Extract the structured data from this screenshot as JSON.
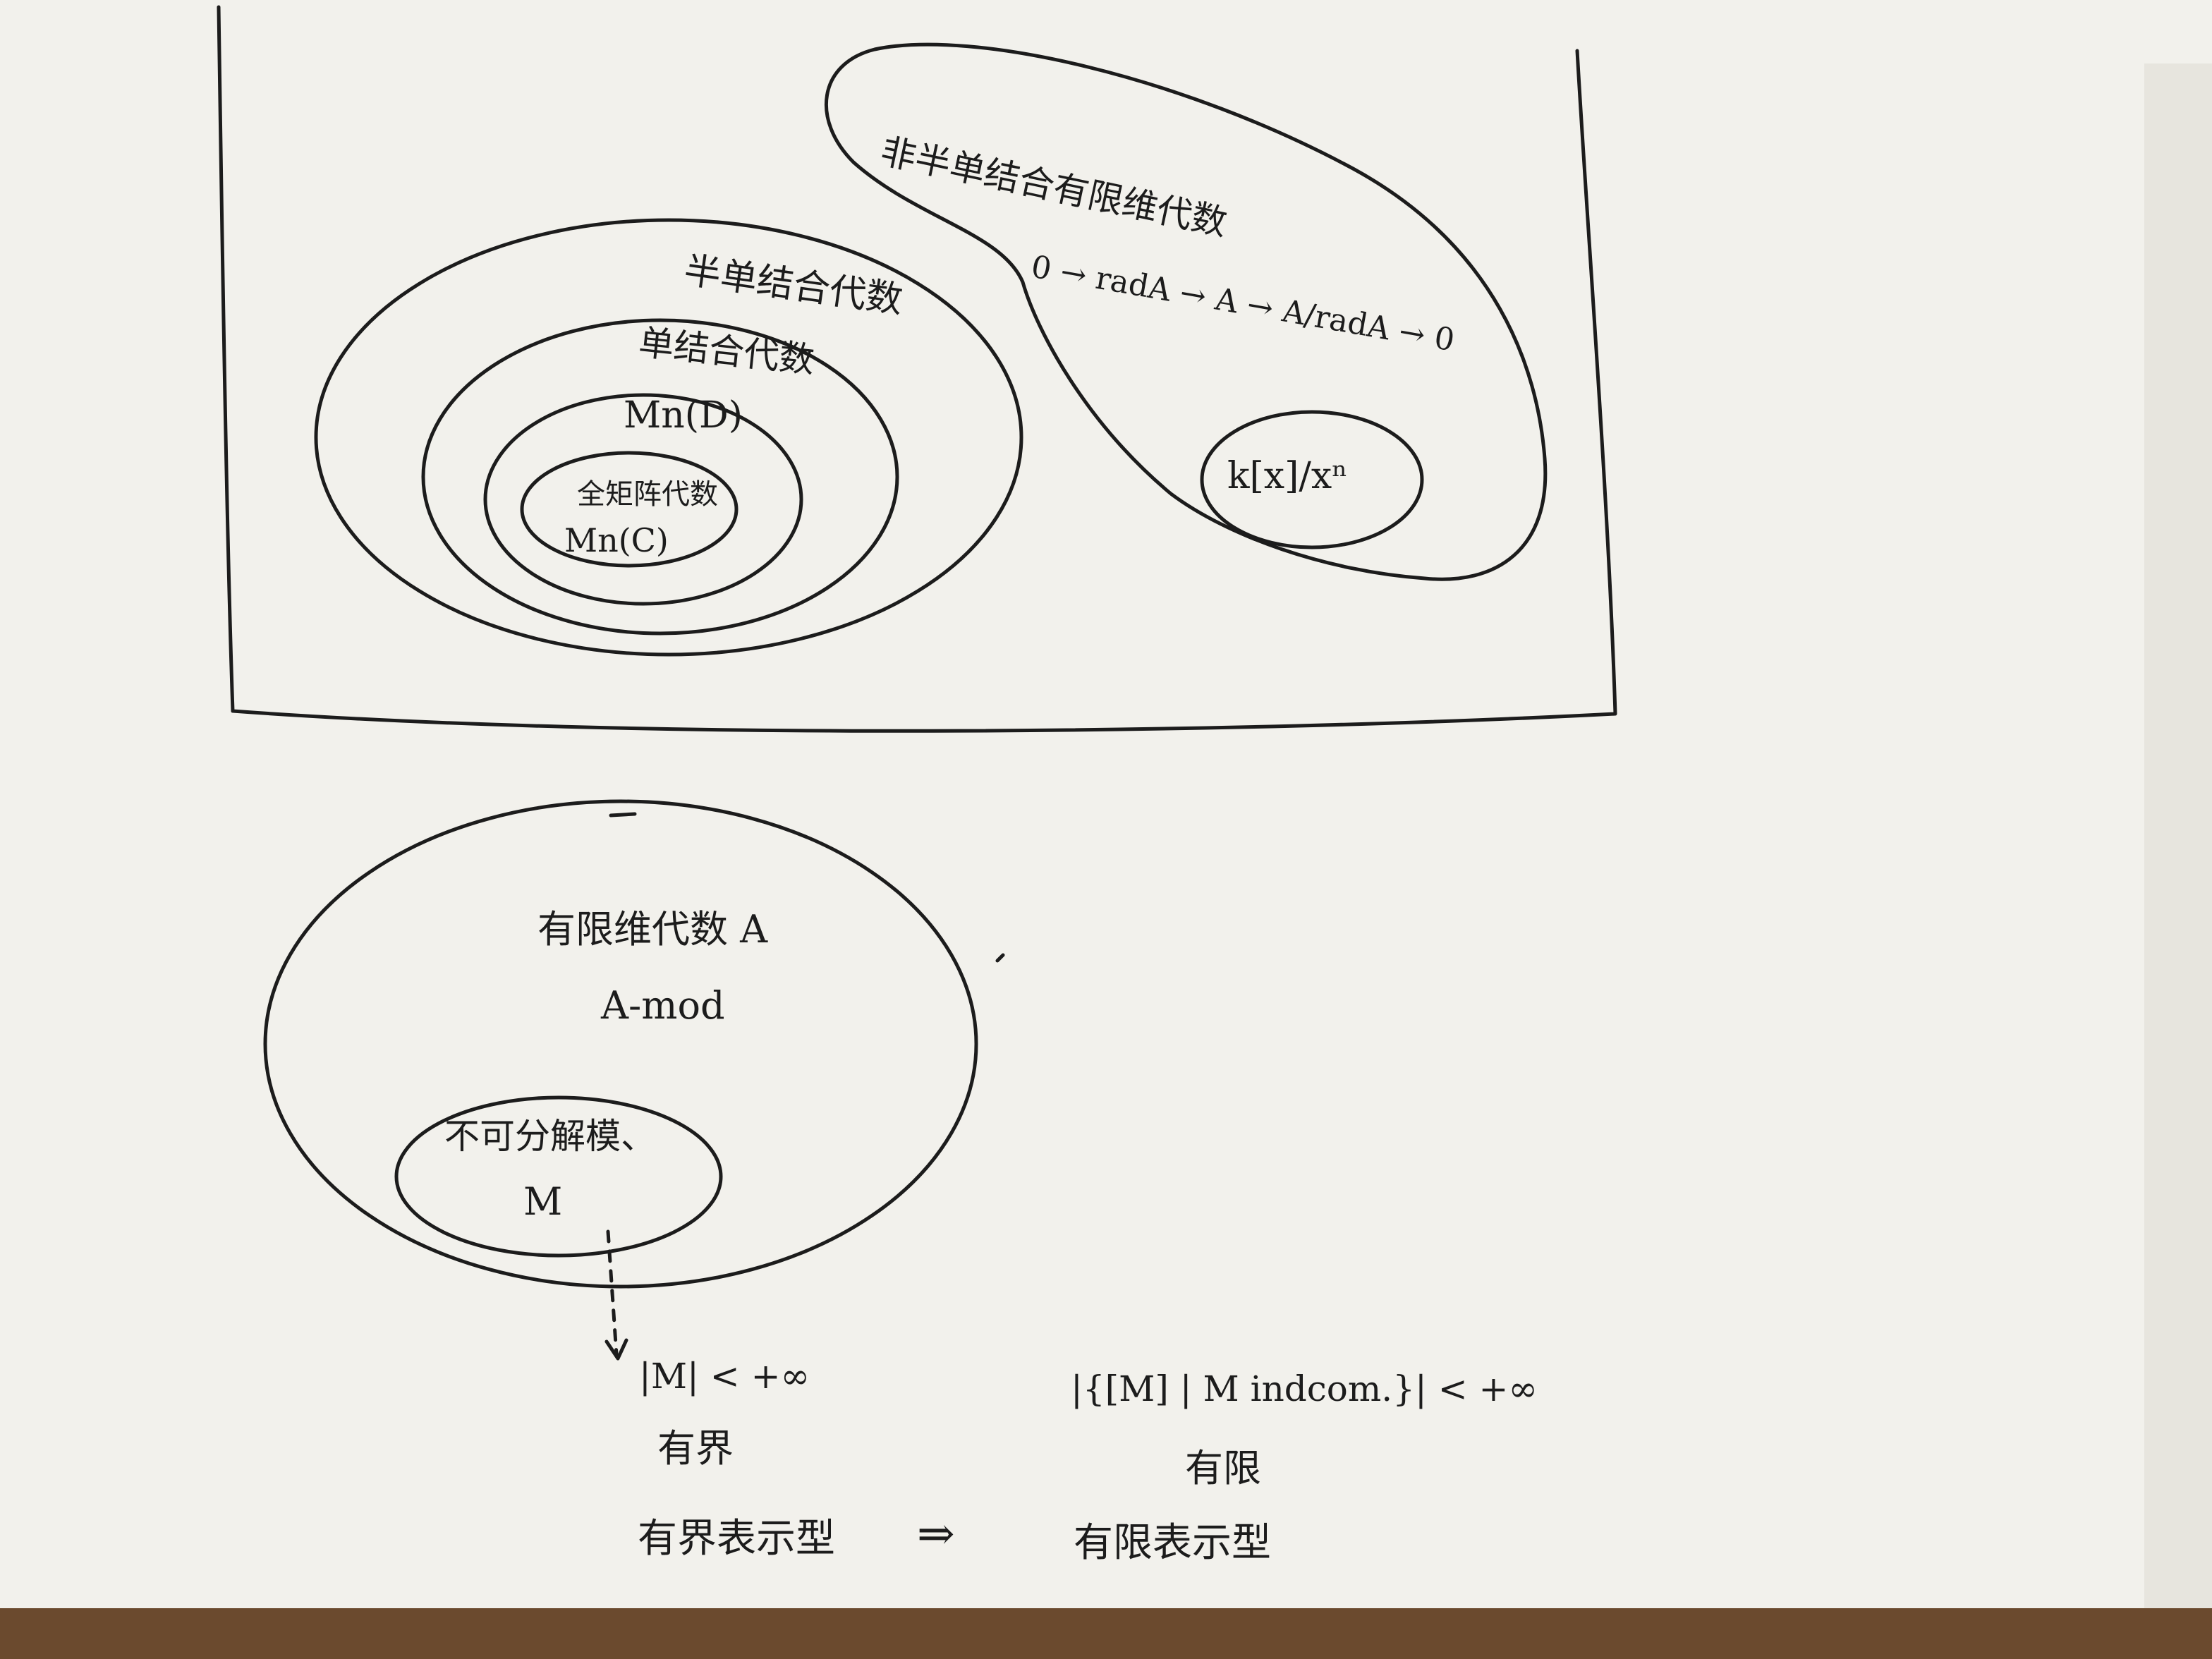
{
  "colors": {
    "paper": "#f2f1ec",
    "ink": "#1c1c1c",
    "table": "#6b4a2e"
  },
  "diagram_top": {
    "semisimple_label": "半单结合代数",
    "simple_label": "单结合代数",
    "mn_d_label": "Mn(D)",
    "full_matrix_label": "全矩阵代数",
    "mn_c_label": "Mn(C)",
    "non_semisimple_label": "非半单结合有限维代数",
    "exact_sequence": "0 → radA → A → A/radA → 0",
    "kx_label": "k[x]/xⁿ"
  },
  "diagram_bottom": {
    "algebra_label": "有限维代数 A",
    "module_label": "A-mod",
    "indecomposable_label": "不可分解模、",
    "m_label": "M",
    "dim_condition": "|M| < +∞",
    "finite_dim": "有界",
    "iso_classes": "|{[M] | M indcom.}| < +∞",
    "finite": "有限",
    "bounded_type": "有界表示型",
    "implies": "⇒",
    "finite_type": "有限表示型"
  }
}
